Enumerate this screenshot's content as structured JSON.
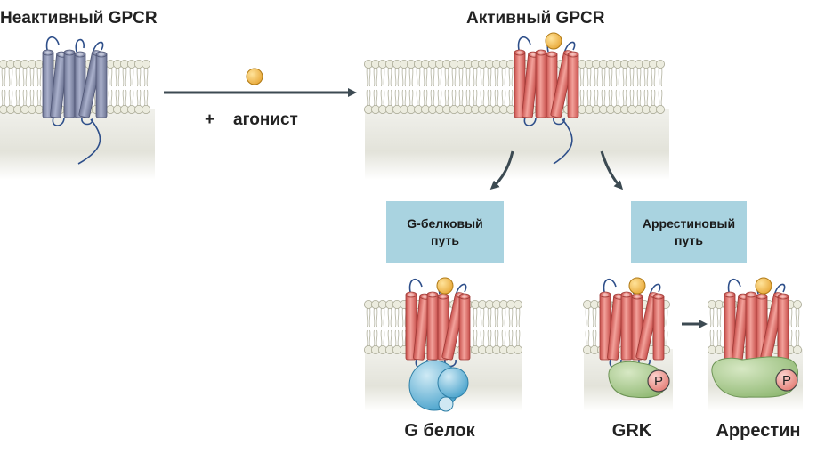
{
  "titles": {
    "inactive": "Неактивный GPCR",
    "active": "Активный GPCR"
  },
  "arrow_label": {
    "plus": "+",
    "agonist": "агонист"
  },
  "pathways": {
    "g_protein": {
      "line1": "G-белковый",
      "line2": "путь"
    },
    "arrestin": {
      "line1": "Аррестиновый",
      "line2": "путь"
    }
  },
  "labels": {
    "g_protein": "G белок",
    "grk": "GRK",
    "arrestin": "Аррестин"
  },
  "phosphate_symbol": "P",
  "colors": {
    "inactive_receptor": "#8f97b8",
    "active_receptor": "#e87a74",
    "agonist": "#f3c24f",
    "pathway_box": "#a9d3e0",
    "g_protein": "#6fb8d9",
    "grk_arrestin": "#a7c98a",
    "phosphate": "#f2a09a",
    "loop": "#2e4f8a"
  }
}
